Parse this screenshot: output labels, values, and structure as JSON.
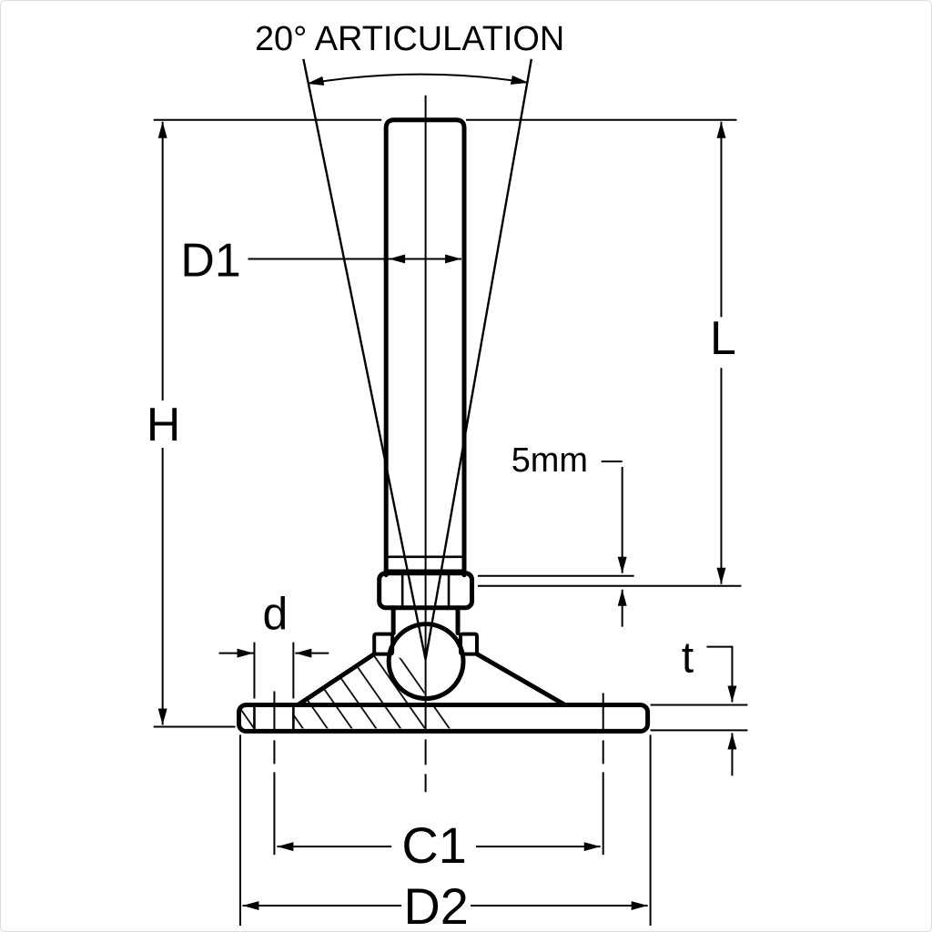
{
  "drawing": {
    "colors": {
      "ink": "#000000",
      "background": "#ffffff"
    },
    "labels": {
      "articulation": "20° ARTICULATION",
      "d1": "D1",
      "h": "H",
      "l": "L",
      "five_mm": "5mm",
      "d": "d",
      "t": "t",
      "c1": "C1",
      "d2": "D2"
    }
  }
}
